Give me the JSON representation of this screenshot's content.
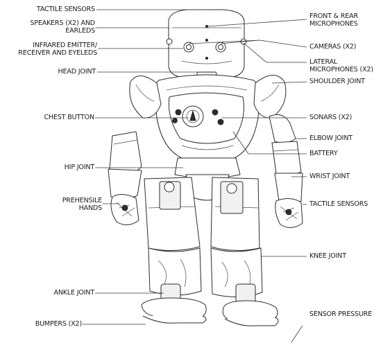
{
  "labels": {
    "tactile_sensors_top": "TACTILE SENSORS",
    "speakers_l1": "SPEAKERS (X2) AND",
    "speakers_l2": "EARLEDS",
    "infrared_l1": "INFRARED EMITTER/",
    "infrared_l2": "RECEIVER AND EYELEDS",
    "head_joint": "HEAD JOINT",
    "chest_button": "CHEST BUTTON",
    "hip_joint": "HIP JOINT",
    "prehensile_l1": "PREHENSILE",
    "prehensile_l2": "HANDS",
    "ankle_joint": "ANKLE JOINT",
    "bumpers": "BUMPERS (X2)",
    "mics_l1": "FRONT & REAR",
    "mics_l2": "MICROPHONES",
    "cameras": "CAMERAS (X2)",
    "lateral_l1": "LATERAL",
    "lateral_l2": "MICROPHONES (X2)",
    "shoulder_joint": "SHOULDER JOINT",
    "sonars": "SONARS (X2)",
    "elbow_joint": "ELBOW JOINT",
    "battery": "BATTERY",
    "wrist_joint": "WRIST JOINT",
    "tactile_sensors_hand": "TACTILE SENSORS",
    "knee_joint": "KNEE JOINT",
    "sensor_pressure": "SENSOR PRESSURE"
  },
  "colors": {
    "line": "#2b2b2b",
    "text": "#1a1a1a",
    "background": "#ffffff"
  }
}
